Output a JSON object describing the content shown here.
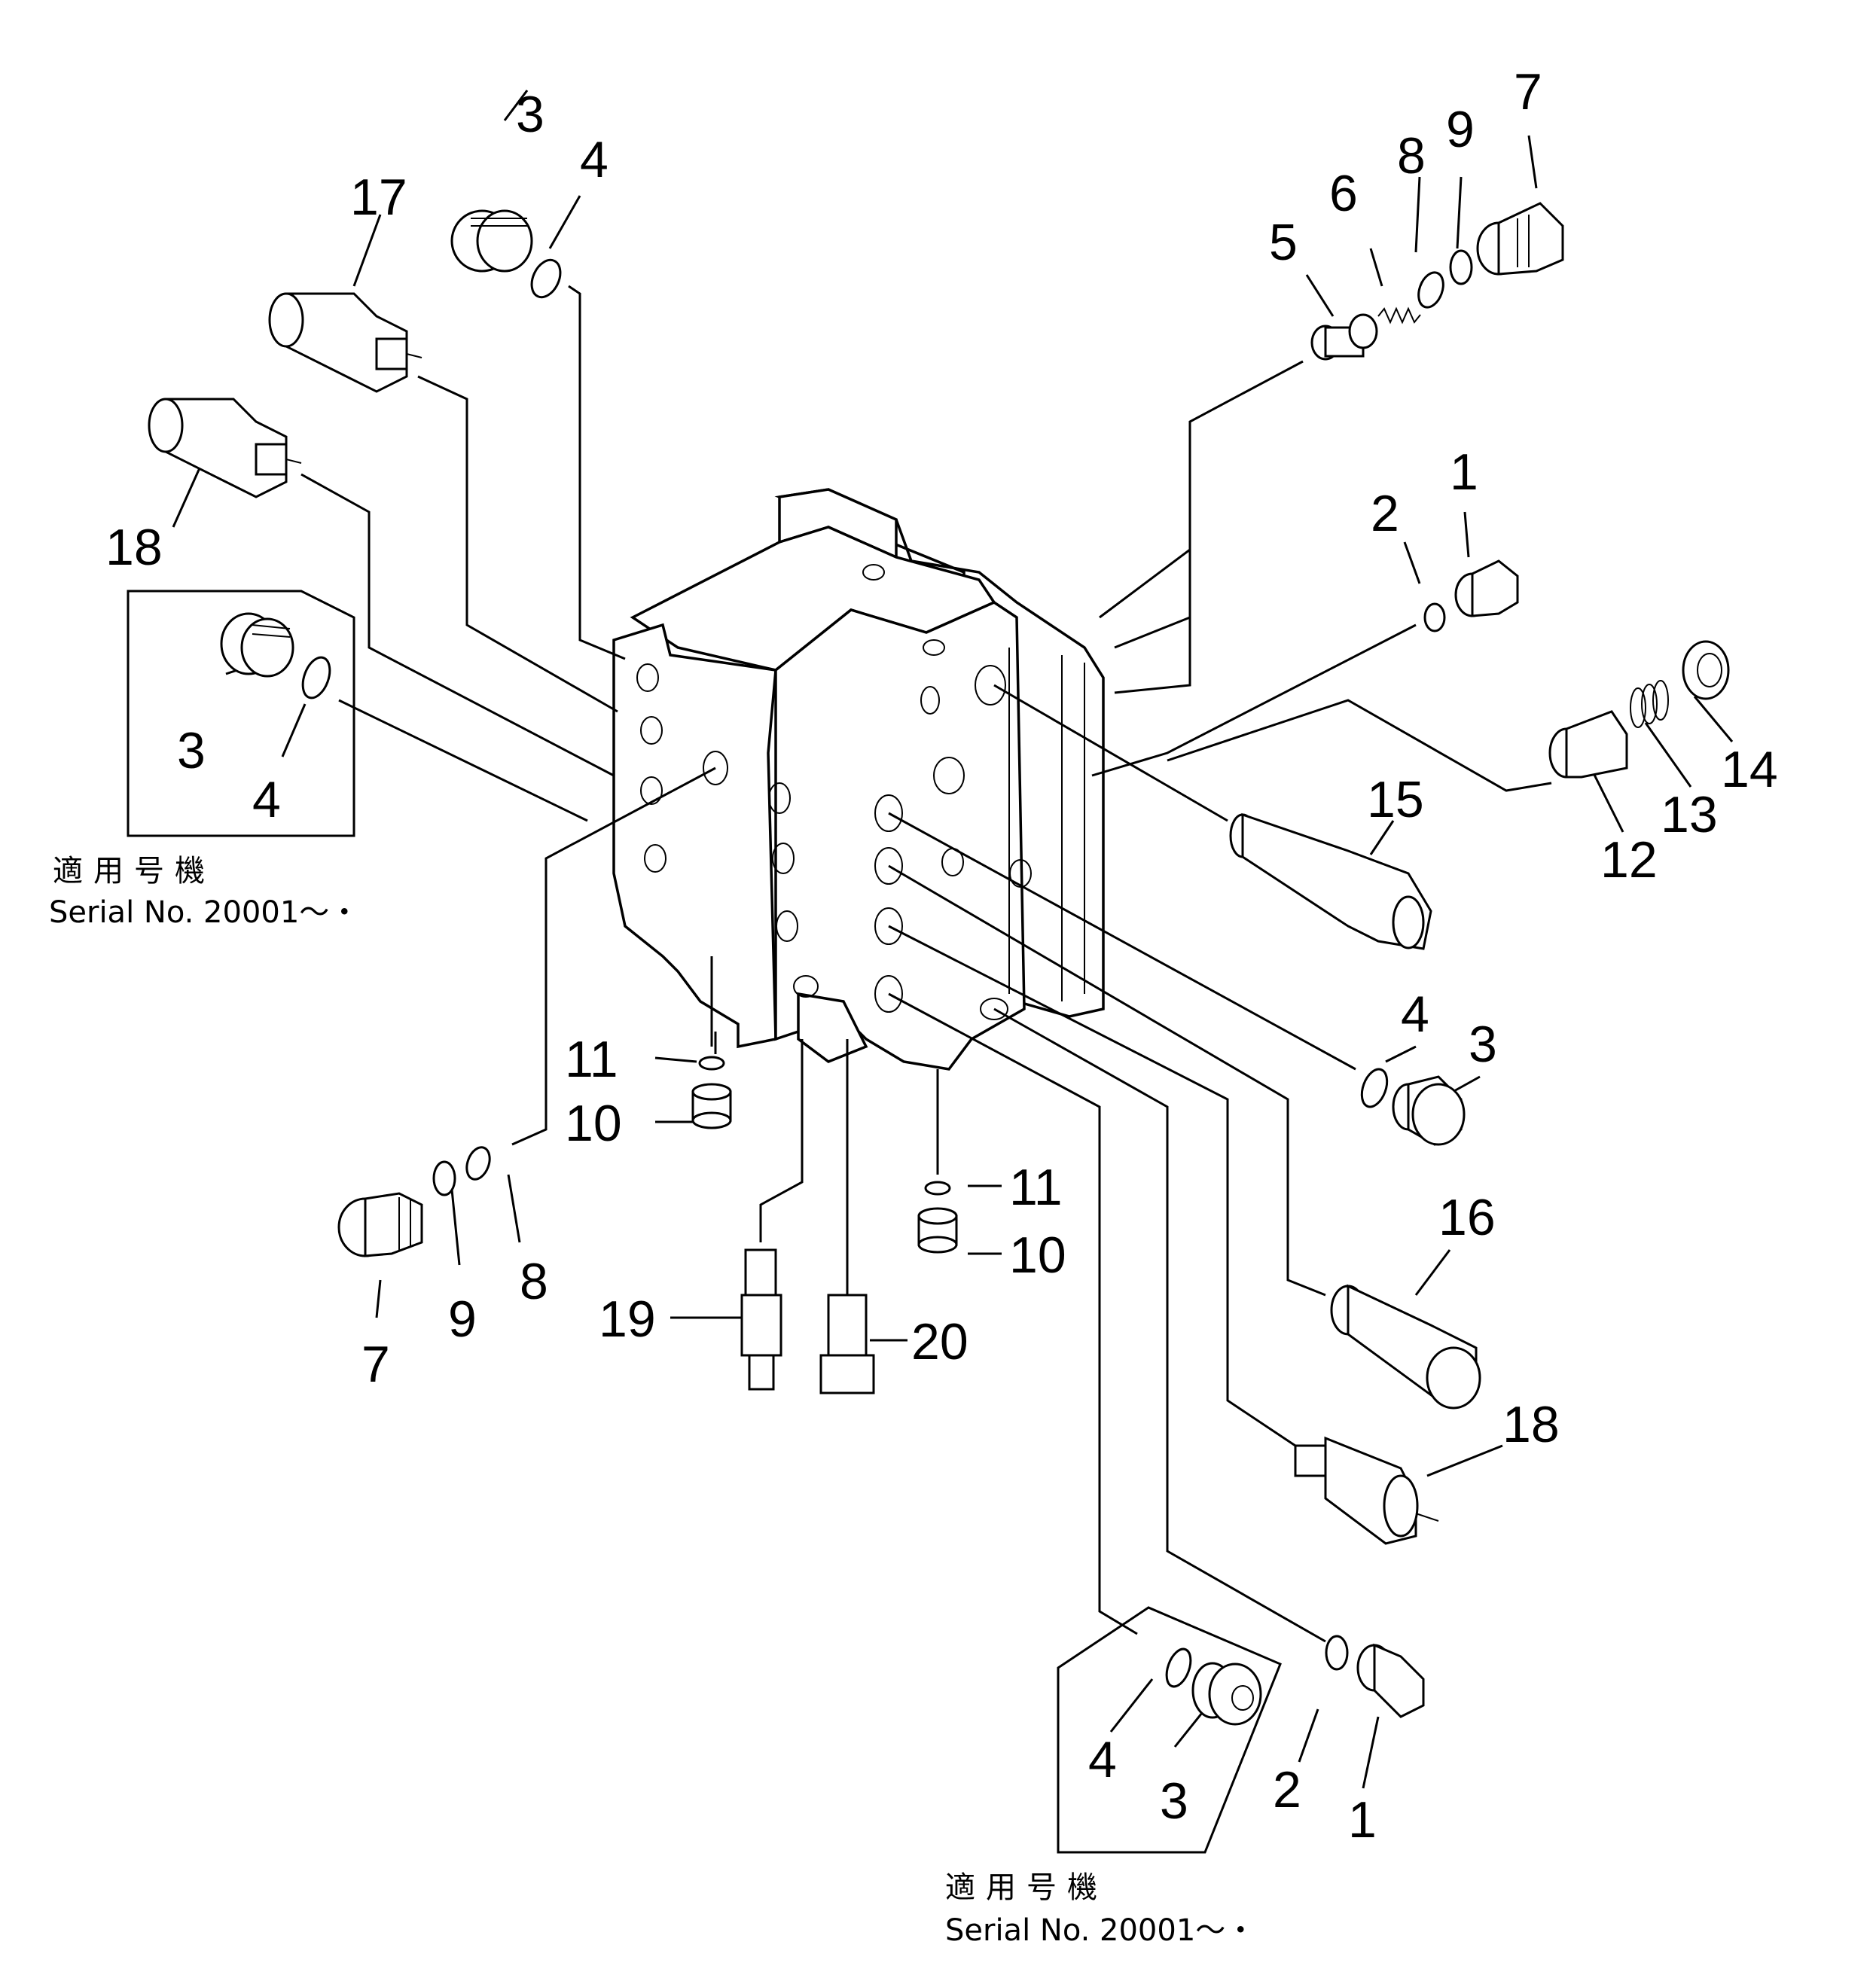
{
  "part_labels": {
    "p3_top": "3",
    "p4_top": "4",
    "p17": "17",
    "p18_left": "18",
    "p3_box_left": "3",
    "p4_box_left": "4",
    "p5": "5",
    "p6": "6",
    "p8_top": "8",
    "p9_top": "9",
    "p7_top": "7",
    "p2_right": "2",
    "p1_right": "1",
    "p14": "14",
    "p13": "13",
    "p12": "12",
    "p15": "15",
    "p4_right": "4",
    "p3_right": "3",
    "p16": "16",
    "p18_right": "18",
    "p11_left": "11",
    "p10_left": "10",
    "p11_mid": "11",
    "p10_mid": "10",
    "p7_bottom": "7",
    "p9_bottom": "9",
    "p8_bottom": "8",
    "p19": "19",
    "p20": "20",
    "p4_box_bottom": "4",
    "p3_box_bottom": "3",
    "p2_bottom": "2",
    "p1_bottom": "1"
  },
  "notes": {
    "left": {
      "jp": "適用号機",
      "serial": "Serial  No.  20001～・"
    },
    "bottom": {
      "jp": "適用号機",
      "serial": "Serial  No.  20001～・"
    }
  }
}
